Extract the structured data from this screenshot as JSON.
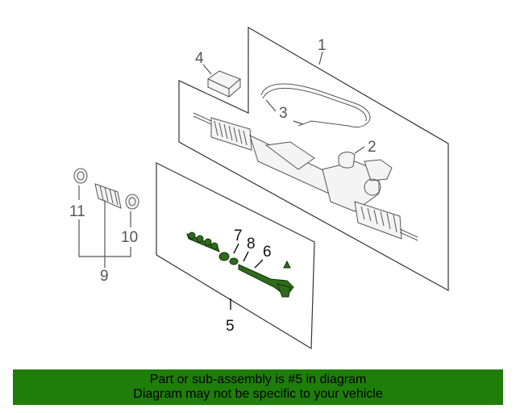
{
  "callouts": {
    "c1": "1",
    "c2": "2",
    "c3": "3",
    "c4": "4",
    "c5": "5",
    "c6": "6",
    "c7": "7",
    "c8": "8",
    "c9": "9",
    "c10": "10",
    "c11": "11"
  },
  "banner": {
    "line1": "Part or sub-assembly is #5 in diagram",
    "line2": "Diagram may not be specific to your vehicle"
  },
  "colors": {
    "banner_bg": "#1f7d0a",
    "highlight_part": "#2e6b1c"
  }
}
